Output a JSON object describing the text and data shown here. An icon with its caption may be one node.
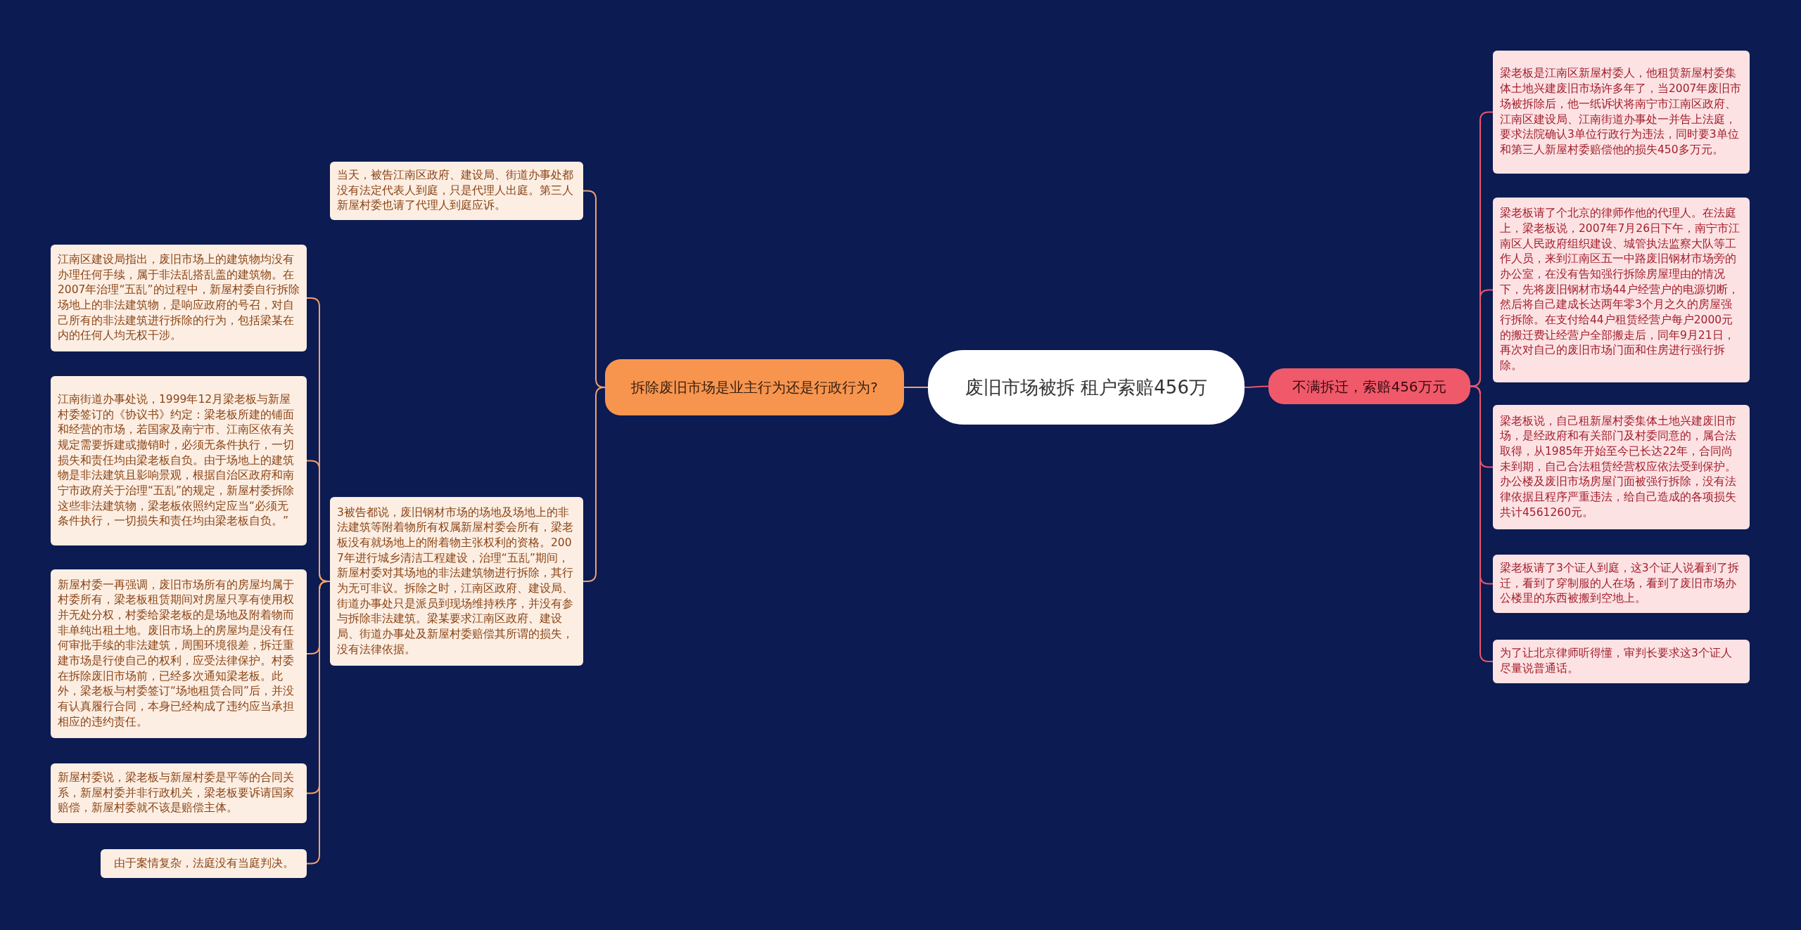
{
  "diagram": {
    "nodes": [
      {
        "text": [
          "废旧市场被拆 租户索赔456万"
        ]
      },
      {
        "text": [
          "拆除废旧市场是业主行为还是行政行为?"
        ]
      },
      {
        "text": [
          "当天，被告江南区政府、建设局、街道办事处都没有法定代表人到庭，只是代理人出庭。第三人新屋村委也请了代理人到庭应诉。"
        ]
      },
      {
        "text": [
          "3被告都说，废旧钢材市场的场地及场地上的非法建筑等附着物所有权属新屋村委会所有，梁老板没有就场地上的附着物主张权利的资格。2007年进行城乡清洁工程建设，治理“五乱”期间，新屋村委对其场地的非法建筑物进行拆除，其行为无可非议。拆除之时，江南区政府、建设局、街道办事处只是派员到现场维持秩序，并没有参与拆除非法建筑。梁某要求江南区政府、建设局、街道办事处及新屋村委赔偿其所谓的损失，没有法律依据。"
        ]
      },
      {
        "text": [
          "江南区建设局指出，废旧市场上的建筑物均没有办理任何手续，属于非法乱搭乱盖的建筑物。在2007年治理“五乱”的过程中，新屋村委自行拆除场地上的非法建筑物，是响应政府的号召，对自己所有的非法建筑进行拆除的行为，包括梁某在内的任何人均无权干涉。"
        ]
      },
      {
        "text": [
          "江南街道办事处说，1999年12月梁老板与新屋村委签订的《协议书》约定：梁老板所建的铺面和经营的市场，若国家及南宁市、江南区依有关规定需要拆建或撤销时，必须无条件执行，一切损失和责任均由梁老板自负。由于场地上的建筑物是非法建筑且影响景观，根据自治区政府和南宁市政府关于治理“五乱”的规定，新屋村委拆除这些非法建筑物，梁老板依照约定应当“必须无条件执行，一切损失和责任均由梁老板自负。”"
        ]
      },
      {
        "text": [
          "新屋村委一再强调，废旧市场所有的房屋均属于村委所有，梁老板租赁期间对房屋只享有使用权并无处分权，村委给梁老板的是场地及附着物而非单纯出租土地。废旧市场上的房屋均是没有任何审批手续的非法建筑，周围环境很差，拆迁重建市场是行使自己的权利，应受法律保护。村委在拆除废旧市场前，已经多次通知梁老板。此外，梁老板与村委签订“场地租赁合同”后，并没有认真履行合同，本身已经构成了违约应当承担相应的违约责任。"
        ]
      },
      {
        "text": [
          "新屋村委说，梁老板与新屋村委是平等的合同关系，新屋村委并非行政机关，梁老板要诉请国家赔偿，新屋村委就不该是赔偿主体。"
        ]
      },
      {
        "text": [
          "由于案情复杂，法庭没有当庭判决。"
        ]
      },
      {
        "text": [
          "不满拆迁，索赔456万元"
        ]
      },
      {
        "text": [
          "梁老板是江南区新屋村委人，他租赁新屋村委集体土地兴建废旧市场许多年了，当2007年废旧市场被拆除后，他一纸诉状将南宁市江南区政府、江南区建设局、江南街道办事处一并告上法庭，要求法院确认3单位行政行为违法，同时要3单位和第三人新屋村委赔偿他的损失450多万元。"
        ]
      },
      {
        "text": [
          "梁老板请了个北京的律师作他的代理人。在法庭上，梁老板说，2007年7月26日下午，南宁市江南区人民政府组织建设、城管执法监察大队等工作人员，来到江南区五一中路废旧钢材市场旁的办公室，在没有告知强行拆除房屋理由的情况下，先将废旧钢材市场44户经营户的电源切断，然后将自己建成长达两年零3个月之久的房屋强行拆除。在支付给44户租赁经营户每户2000元的搬迁费让经营户全部搬走后，同年9月21日，再次对自己的废旧市场门面和住房进行强行拆除。"
        ]
      },
      {
        "text": [
          "梁老板说，自己租新屋村委集体土地兴建废旧市场，是经政府和有关部门及村委同意的，属合法取得，从1985年开始至今已长达22年，合同尚未到期，自己合法租赁经营权应依法受到保护。办公楼及废旧市场房屋门面被强行拆除，没有法律依据且程序严重违法，给自己造成的各项损失共计4561260元。"
        ]
      },
      {
        "text": [
          "梁老板请了3个证人到庭，这3个证人说看到了拆迁，看到了穿制服的人在场，看到了废旧市场办公楼里的东西被搬到空地上。"
        ]
      },
      {
        "text": [
          "为了让北京律师听得懂，审判长要求这3个证人尽量说普通话。"
        ]
      }
    ],
    "edges": [
      {
        "from": 0,
        "to": 1,
        "arrow": "none"
      },
      {
        "from": 1,
        "to": 2,
        "arrow": "none"
      },
      {
        "from": 1,
        "to": 3,
        "arrow": "none"
      },
      {
        "from": 3,
        "to": 4,
        "arrow": "none"
      },
      {
        "from": 3,
        "to": 5,
        "arrow": "none"
      },
      {
        "from": 3,
        "to": 6,
        "arrow": "none"
      },
      {
        "from": 3,
        "to": 7,
        "arrow": "none"
      },
      {
        "from": 3,
        "to": 8,
        "arrow": "none"
      },
      {
        "from": 0,
        "to": 9,
        "arrow": "none",
        "color": "#e8566a"
      },
      {
        "from": 9,
        "to": 10,
        "arrow": "none",
        "color": "#e8566a"
      },
      {
        "from": 9,
        "to": 11,
        "arrow": "none",
        "color": "#e8566a"
      },
      {
        "from": 9,
        "to": 12,
        "arrow": "none",
        "color": "#e8566a"
      },
      {
        "from": 9,
        "to": 13,
        "arrow": "none",
        "color": "#e8566a"
      },
      {
        "from": 9,
        "to": 14,
        "arrow": "none",
        "color": "#e8566a"
      }
    ]
  }
}
